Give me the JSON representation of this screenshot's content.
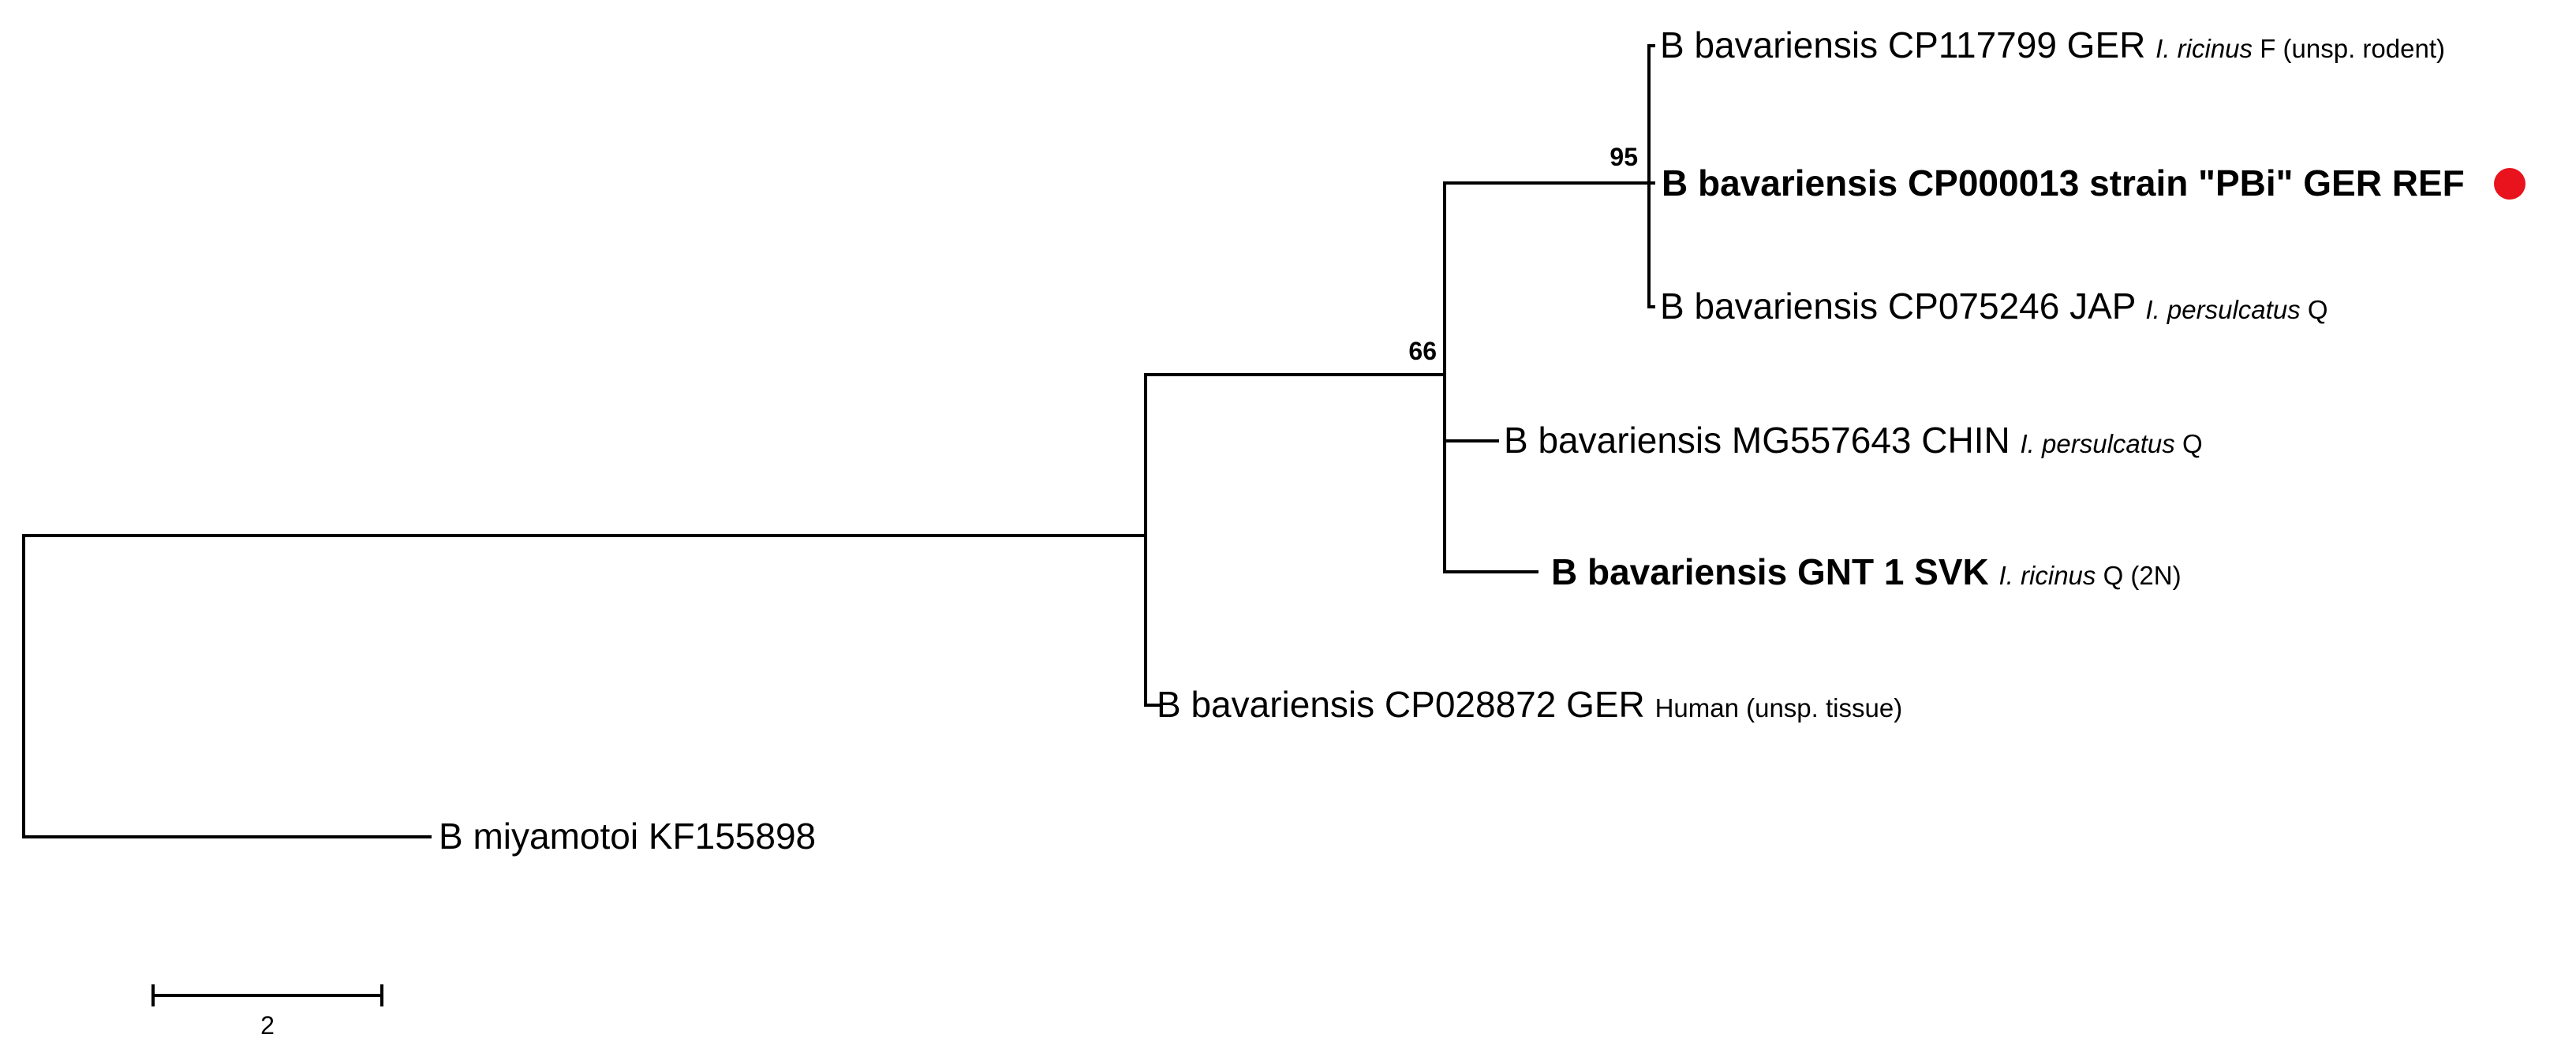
{
  "tree": {
    "nodes": [
      {
        "id": "cp117799",
        "parts": [
          {
            "text": "B bavariensis CP117799 GER ",
            "style": "normal"
          },
          {
            "text": "I. ricinus",
            "style": "host-italic"
          },
          {
            "text": " F (unsp. rodent)",
            "style": "host"
          }
        ]
      },
      {
        "id": "cp000013",
        "parts": [
          {
            "text": "B bavariensis CP000013 strain \"PBi\" GER REF",
            "style": "bold"
          }
        ],
        "marker": "red-dot",
        "marker_color": "#e8131c"
      },
      {
        "id": "cp075246",
        "parts": [
          {
            "text": "B bavariensis CP075246 JAP ",
            "style": "normal"
          },
          {
            "text": "I. persulcatus",
            "style": "host-italic"
          },
          {
            "text": " Q",
            "style": "host"
          }
        ]
      },
      {
        "id": "mg557643",
        "parts": [
          {
            "text": "B bavariensis MG557643 CHIN ",
            "style": "normal"
          },
          {
            "text": "I. persulcatus",
            "style": "host-italic"
          },
          {
            "text": " Q",
            "style": "host"
          }
        ]
      },
      {
        "id": "gnt1",
        "parts": [
          {
            "text": "B bavariensis GNT 1 SVK ",
            "style": "bold"
          },
          {
            "text": "I. ricinus",
            "style": "host-italic"
          },
          {
            "text": " Q (2N)",
            "style": "host"
          }
        ]
      },
      {
        "id": "cp028872",
        "parts": [
          {
            "text": "B bavariensis CP028872 GER ",
            "style": "normal"
          },
          {
            "text": "Human (unsp. tissue)",
            "style": "host"
          }
        ]
      },
      {
        "id": "kf155898",
        "parts": [
          {
            "text": "B miyamotoi KF155898",
            "style": "normal"
          }
        ]
      }
    ],
    "bootstrap": [
      {
        "clade": "cp117799-cp000013-cp075246",
        "value": "95"
      },
      {
        "clade": "bavariensis-ingroup",
        "value": "66"
      }
    ],
    "scale_bar": {
      "label": "2"
    }
  }
}
